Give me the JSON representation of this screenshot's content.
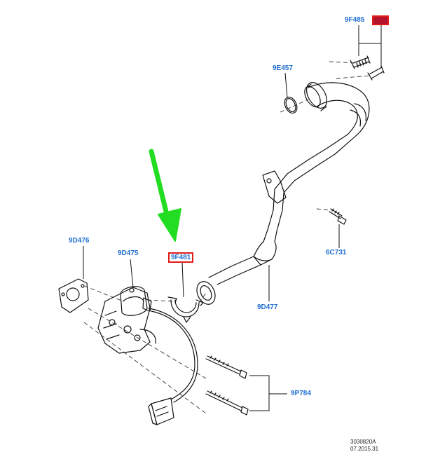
{
  "diagram": {
    "callouts": {
      "p9F485": "9F485",
      "p9F485_highlight": "",
      "p9E457": "9E457",
      "p6C731": "6C731",
      "p9D476": "9D476",
      "p9D475": "9D475",
      "p9F481": "9F481",
      "p9D477": "9D477",
      "p9P784": "9P784"
    },
    "footer": {
      "drawing_number": "3030820A",
      "date": "07.2015.31"
    },
    "colors": {
      "callout_text": "#1f6fd1",
      "highlight_border": "#e01b1b",
      "arrow": "#22dd22",
      "line_art": "#111111"
    },
    "highlighted_part": "9F481"
  }
}
